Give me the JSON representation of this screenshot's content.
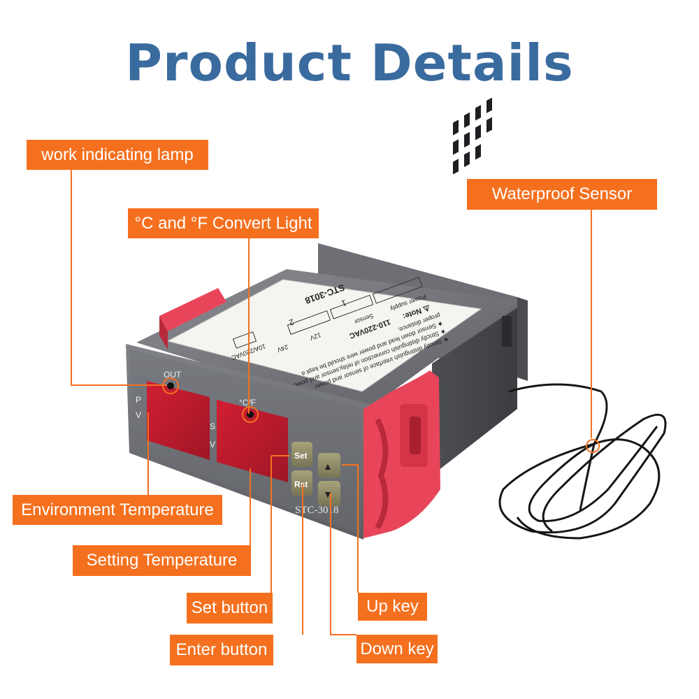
{
  "title": "Product Details",
  "device": {
    "model_front": "STC-3018",
    "model_top": "STC-3018",
    "out_label": "OUT",
    "cf_label": "°C/F",
    "pv_label_p": "P",
    "pv_label_v": "V",
    "sv_label_s": "S",
    "sv_label_v": "V",
    "set_key": "Set",
    "rst_key": "Rst",
    "up_symbol": "▲",
    "down_symbol": "▼",
    "sticker": {
      "note": "⚠ Note:",
      "line1": "★ Strictly distinguish interface of sensor and power",
      "line2": "★ Strictly distinguish connection of relay,sensor and power",
      "line3": "★ Sensor down lead and power wire should be kept a",
      "line4": "proper distance.",
      "voltage": "110-220VAC",
      "v12": "12V",
      "v24": "24V",
      "power_supply": "Power supply",
      "sensor": "Sensor",
      "relay": "10A/220VAC",
      "num1": "1",
      "num2": "2"
    }
  },
  "labels": {
    "work_lamp": "work indicating lamp",
    "cf_light": "°C and °F Convert Light",
    "waterproof_sensor": "Waterproof Sensor",
    "env_temp": "Environment Temperature",
    "set_temp": "Setting Temperature",
    "set_button": "Set button",
    "enter_button": "Enter button",
    "up_key": "Up key",
    "down_key": "Down key"
  },
  "colors": {
    "title": "#3a6b9f",
    "label_bg": "#f5701e",
    "body_gray": "#6a6c72",
    "display_red": "#c81d2e",
    "clip_red": "#e8455a",
    "button_olive": "#8f8c67"
  }
}
